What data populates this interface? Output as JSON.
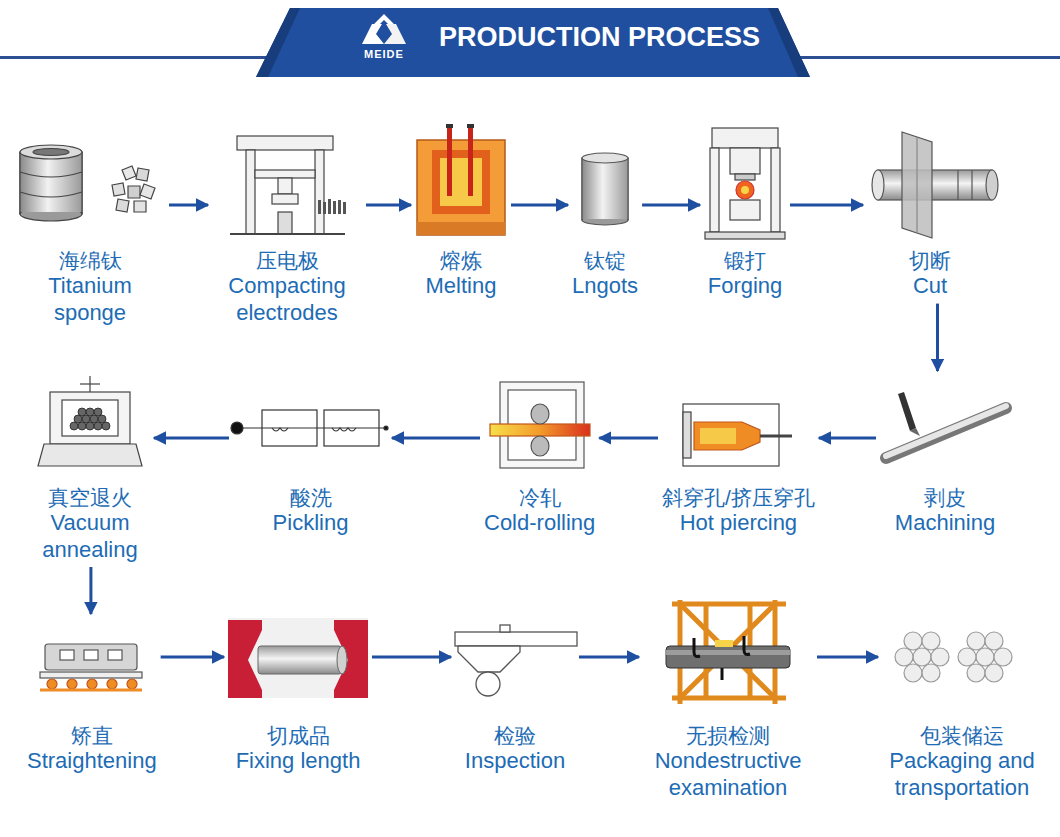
{
  "diagram": {
    "title": "PRODUCTION PROCESS",
    "nodes": [
      {
        "text": [
          "海绵钛",
          "Titanium sponge"
        ]
      },
      {
        "text": [
          "压电极",
          "Compacting electrodes"
        ]
      },
      {
        "text": [
          "熔炼",
          "Melting"
        ]
      },
      {
        "text": [
          "钛锭",
          "Lngots"
        ]
      },
      {
        "text": [
          "锻打",
          "Forging"
        ]
      },
      {
        "text": [
          "切断",
          "Cut"
        ]
      },
      {
        "text": [
          "剥皮",
          "Machining"
        ]
      },
      {
        "text": [
          "斜穿孔/挤压穿孔",
          "Hot piercing"
        ]
      },
      {
        "text": [
          "冷轧",
          "Cold-rolling"
        ]
      },
      {
        "text": [
          "酸洗",
          "Pickling"
        ]
      },
      {
        "text": [
          "真空退火",
          "Vacuum annealing"
        ]
      },
      {
        "text": [
          "矫直",
          "Straightening"
        ]
      },
      {
        "text": [
          "切成品",
          "Fixing length"
        ]
      },
      {
        "text": [
          "检验",
          "Inspection"
        ]
      },
      {
        "text": [
          "无损检测",
          "Nondestructive examination"
        ]
      },
      {
        "text": [
          "包装储运",
          "Packaging and transportation"
        ]
      }
    ],
    "edges": [
      {
        "from": 0,
        "to": 1,
        "arrow": "to"
      },
      {
        "from": 1,
        "to": 2,
        "arrow": "to"
      },
      {
        "from": 2,
        "to": 3,
        "arrow": "to"
      },
      {
        "from": 3,
        "to": 4,
        "arrow": "to"
      },
      {
        "from": 4,
        "to": 5,
        "arrow": "to"
      },
      {
        "from": 5,
        "to": 6,
        "arrow": "to"
      },
      {
        "from": 6,
        "to": 7,
        "arrow": "to"
      },
      {
        "from": 7,
        "to": 8,
        "arrow": "to"
      },
      {
        "from": 8,
        "to": 9,
        "arrow": "to"
      },
      {
        "from": 9,
        "to": 10,
        "arrow": "to"
      },
      {
        "from": 10,
        "to": 11,
        "arrow": "to"
      },
      {
        "from": 11,
        "to": 12,
        "arrow": "to"
      },
      {
        "from": 12,
        "to": 13,
        "arrow": "to"
      },
      {
        "from": 13,
        "to": 14,
        "arrow": "to"
      },
      {
        "from": 14,
        "to": 15,
        "arrow": "to"
      }
    ],
    "labels": [
      "MEIDE"
    ]
  }
}
